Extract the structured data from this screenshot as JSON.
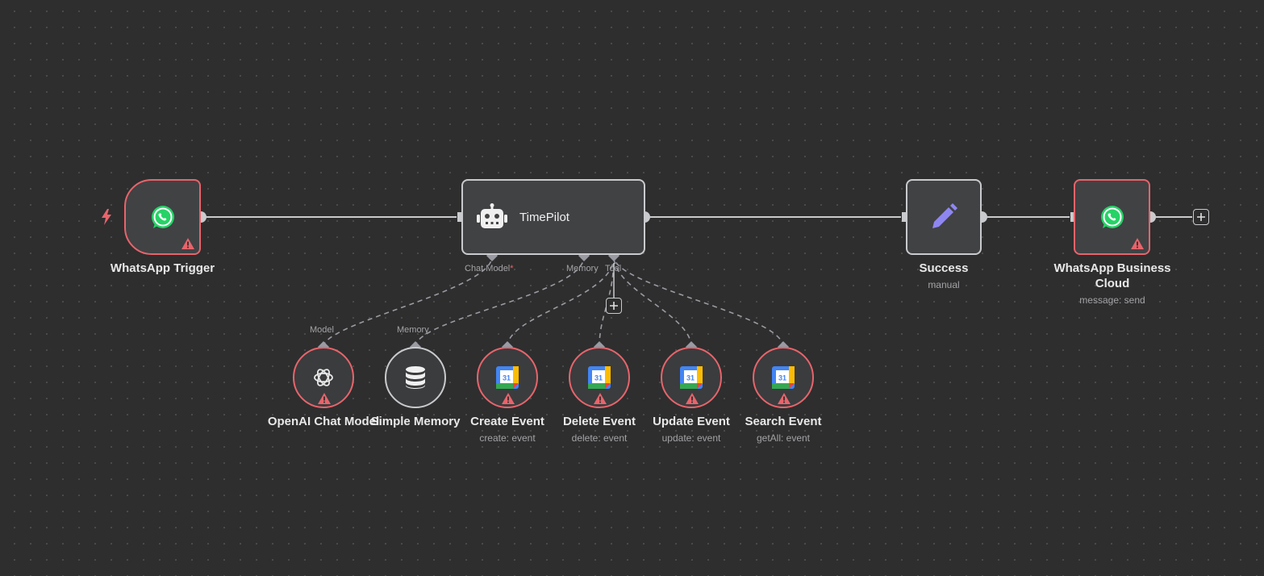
{
  "workflow": {
    "nodes": {
      "whatsapp_trigger": {
        "label": "WhatsApp Trigger",
        "icon": "whatsapp-icon",
        "status": "error"
      },
      "agent": {
        "label": "TimePilot",
        "icon": "robot-icon"
      },
      "success": {
        "label": "Success",
        "subtitle": "manual",
        "icon": "pencil-icon"
      },
      "whatsapp_send": {
        "label": "WhatsApp Business Cloud",
        "subtitle": "message: send",
        "icon": "whatsapp-icon",
        "status": "error"
      },
      "openai": {
        "label": "OpenAI Chat Model",
        "icon": "openai-icon",
        "status": "error"
      },
      "memory": {
        "label": "Simple Memory",
        "icon": "database-icon"
      },
      "create_event": {
        "label": "Create Event",
        "subtitle": "create: event",
        "icon": "google-calendar-icon",
        "status": "error"
      },
      "delete_event": {
        "label": "Delete Event",
        "subtitle": "delete: event",
        "icon": "google-calendar-icon",
        "status": "error"
      },
      "update_event": {
        "label": "Update Event",
        "subtitle": "update: event",
        "icon": "google-calendar-icon",
        "status": "error"
      },
      "search_event": {
        "label": "Search Event",
        "subtitle": "getAll: event",
        "icon": "google-calendar-icon",
        "status": "error"
      }
    },
    "ports": {
      "chat_model": "Chat Model",
      "chat_model_required": "*",
      "memory": "Memory",
      "tool": "Tool",
      "model": "Model",
      "memory_input": "Memory"
    },
    "calendar_day": "31"
  },
  "colors": {
    "canvas": "#2e2e2e",
    "node_fill": "#414244",
    "node_border": "#c9cacd",
    "error": "#e8646b",
    "whatsapp": "#25d366",
    "pencil": "#8f87f1",
    "trigger_bolt": "#e8646b",
    "edge": "#c9cacd",
    "sub_edge": "#9a9aa3"
  }
}
